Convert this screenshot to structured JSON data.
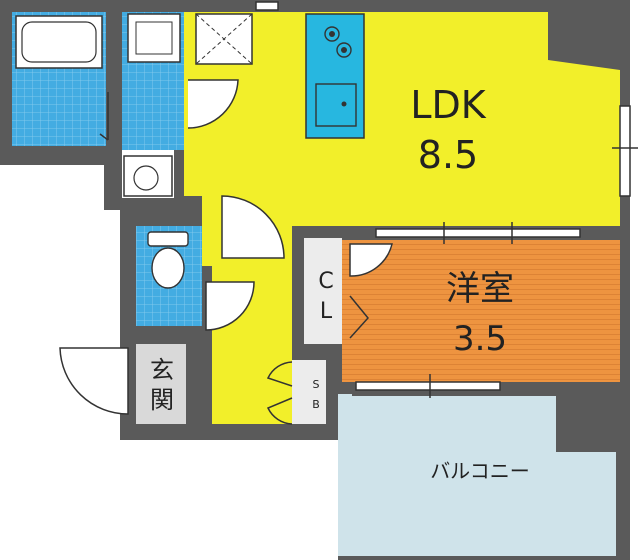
{
  "rooms": {
    "ldk": {
      "name": "LDK",
      "size": "8.5"
    },
    "western": {
      "name": "洋室",
      "size": "3.5"
    },
    "closet": {
      "line1": "C",
      "line2": "L"
    },
    "shoe_box": {
      "line1": "S",
      "line2": "B"
    },
    "entrance": {
      "line1": "玄",
      "line2": "関"
    },
    "balcony": {
      "name": "バルコニー"
    }
  },
  "colors": {
    "wall": "#5a5a5a",
    "ldk_floor": "#f2ef2a",
    "western_floor": "#ee9440",
    "wet_area": "#3fa9e0",
    "kitchen": "#27b7e0",
    "balcony": "#cfe3ea",
    "entrance_floor": "#d9d9d9",
    "closet_floor": "#ececec"
  }
}
